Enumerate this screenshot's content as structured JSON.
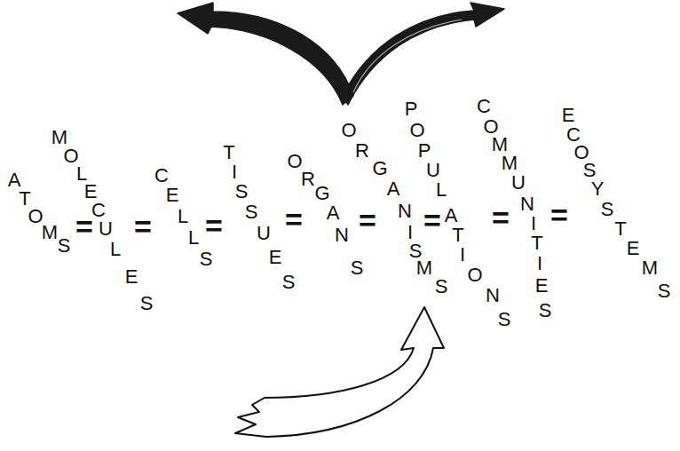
{
  "diagram": {
    "labels": [
      "ATOMS",
      "=",
      "MOLECULES",
      "=",
      "CELLS",
      "=",
      "TISSUES",
      "=",
      "ORGANS",
      "=",
      "ORGANISMS",
      "=",
      "POPULATIONS",
      "=",
      "COMMUNITIES",
      "=",
      "ECOSYSTEMS"
    ]
  }
}
